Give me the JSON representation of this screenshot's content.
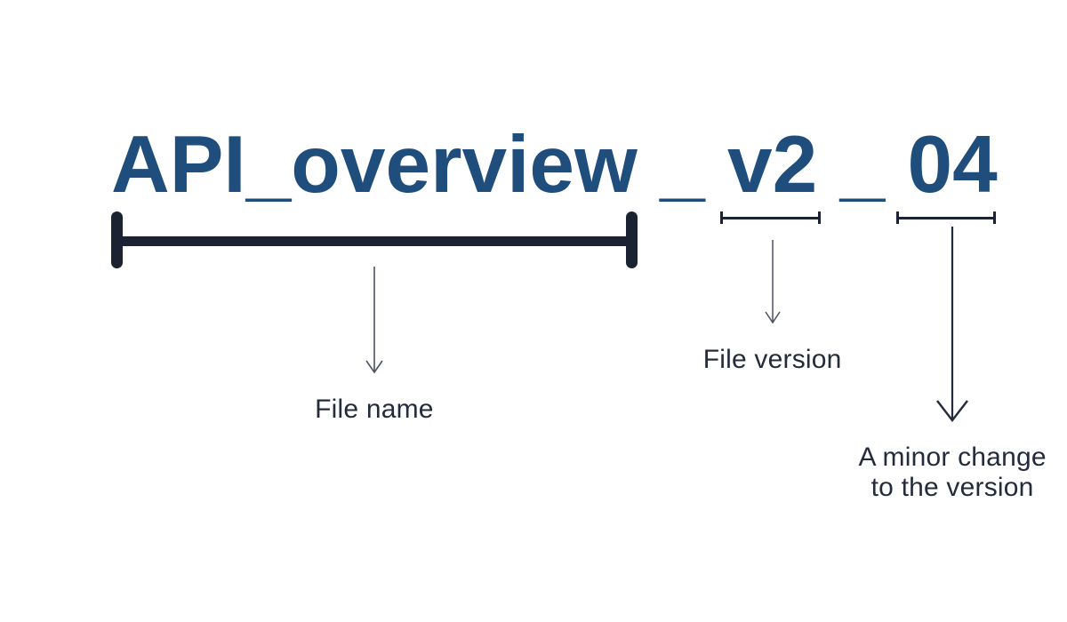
{
  "title": {
    "full_text": "API_overview_v2_04",
    "segments": {
      "file_name": "API_overview",
      "separator1": "_",
      "version": "v2",
      "separator2": "_",
      "minor_version": "04"
    }
  },
  "annotations": {
    "file_name": {
      "label": "File name"
    },
    "file_version": {
      "label": "File version"
    },
    "minor_change": {
      "label_line1": "A minor change",
      "label_line2": "to the version"
    }
  },
  "colors": {
    "background": "#FFFFFF",
    "title_blue": "#1F4E7D",
    "bracket_dark": "#1B2232",
    "label_dark": "#242B3C",
    "arrow_thin": "#4A5160"
  }
}
